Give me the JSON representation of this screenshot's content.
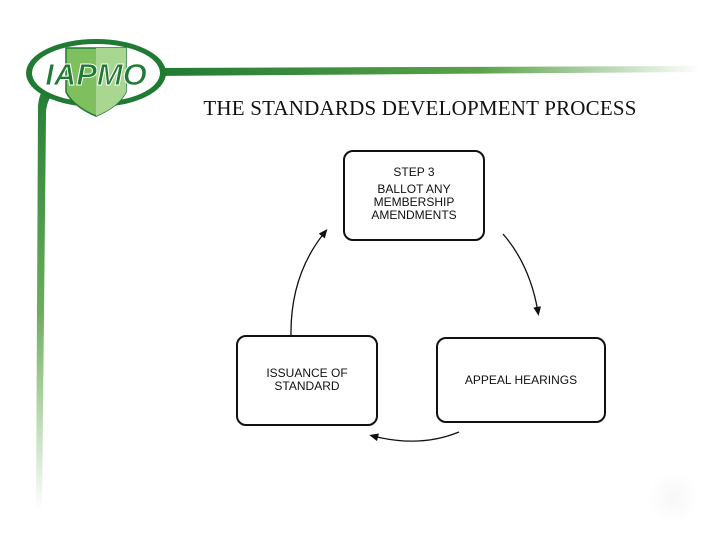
{
  "slide": {
    "logo_text": "IAPMO",
    "title": "THE STANDARDS DEVELOPMENT PROCESS"
  },
  "diagram": {
    "top_box": {
      "line1": "STEP 3",
      "line2": "BALLOT ANY",
      "line3": "MEMBERSHIP",
      "line4": "AMENDMENTS"
    },
    "left_box": {
      "line1": "ISSUANCE OF",
      "line2": "STANDARD"
    },
    "right_box": {
      "label": "APPEAL HEARINGS"
    }
  },
  "colors": {
    "brand_green": "#1f7a33",
    "light_green": "#7fbf5e",
    "pale_green": "#e3f0dd"
  }
}
